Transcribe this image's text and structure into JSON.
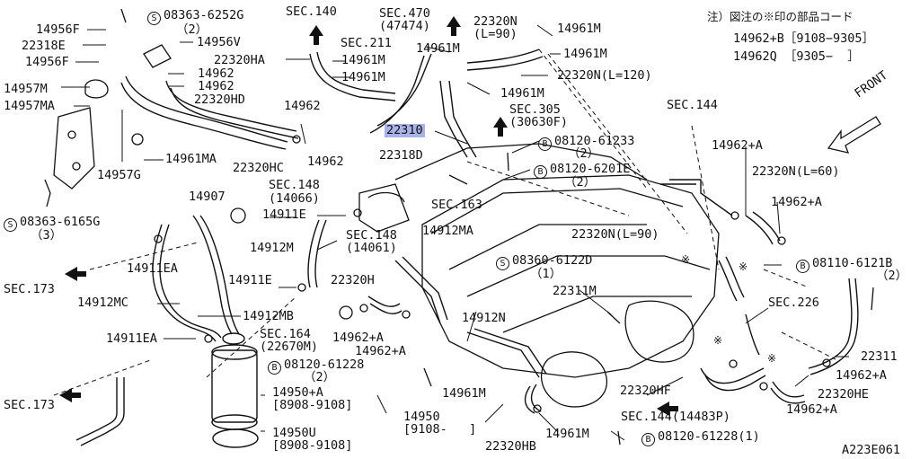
{
  "diagram": {
    "code": "A223E061",
    "note_title": "注）図注の※印の部品コード",
    "note_lines": [
      "14962+B［9108−9305］",
      "14962Q ［9305−  ］"
    ],
    "front_label": "FRONT",
    "highlighted_part": "22310",
    "labels": {
      "l14956F_a": "14956F",
      "l22318E": "22318E",
      "l14956F_b": "14956F",
      "l14957M": "14957M",
      "l14957MA": "14957MA",
      "l08363_6252G": "08363-6252G",
      "l08363_6252G_q": "（2）",
      "l14956V": "14956V",
      "l22320HA": "22320HA",
      "l14962_a": "14962",
      "l14962_b": "14962",
      "l22320HD": "22320HD",
      "l14961MA": "14961MA",
      "l14957G": "14957G",
      "l22320HC": "22320HC",
      "l14962_c": "14962",
      "l14962_d": "14962",
      "lSEC140": "SEC.140",
      "l14961M_a": "14961M",
      "l14961M_b": "14961M",
      "lSEC470": "SEC.470",
      "lSEC470_q": "(47474)",
      "lSEC211": "SEC.211",
      "l14961M_c": "14961M",
      "l22320N_90a": "22320N",
      "l22320N_90a_q": "(L=90)",
      "l14961M_d": "14961M",
      "l14961M_e": "14961M",
      "l22320N_120": "22320N(L=120)",
      "l14961M_f": "14961M",
      "lSEC305": "SEC.305",
      "lSEC305_q": "(30630F)",
      "l22310": "22310",
      "l08120_61233": "08120-61233",
      "l08120_61233_q": "（2）",
      "l22318D": "22318D",
      "l08120_6201E": "08120-6201E",
      "l08120_6201E_q": "（2）",
      "lSEC144_a": "SEC.144",
      "l14962A_a": "14962+A",
      "l22320N_60": "22320N(L=60)",
      "l14962A_b": "14962+A",
      "lSEC148_a": "SEC.148",
      "lSEC148_a_q": "(14066)",
      "l14907": "14907",
      "l14911E_a": "14911E",
      "lSEC163": "SEC.163",
      "l08363_6165G": "08363-6165G",
      "l08363_6165G_q": "（3）",
      "l14912M": "14912M",
      "lSEC148_b": "SEC.148",
      "lSEC148_b_q": "(14061)",
      "l14912MA": "14912MA",
      "l22320N_90b": "22320N(L=90)",
      "l14911EA_a": "14911EA",
      "lSEC173_a": "SEC.173",
      "l14911E_b": "14911E",
      "l22320H": "22320H",
      "l08360_6122D": "08360-6122D",
      "l08360_6122D_q": "（1）",
      "l08110_6121B": "08110-6121B",
      "l08110_6121B_q": "（2）",
      "l14912MC": "14912MC",
      "l14912MB": "14912MB",
      "l22311M": "22311M",
      "lSEC226": "SEC.226",
      "l14912N": "14912N",
      "lSEC164": "SEC.164",
      "lSEC164_q": "(22670M)",
      "l14962A_c": "14962+A",
      "l14962A_d": "14962+A",
      "l14911EA_b": "14911EA",
      "l22311": "22311",
      "l08120_61228_a": "08120-61228",
      "l08120_61228_a_q": "（2）",
      "l14962A_e": "14962+A",
      "l14961M_g": "14961M",
      "l22320HF": "22320HF",
      "l22320HE": "22320HE",
      "l14962A_f": "14962+A",
      "lSEC173_b": "SEC.173",
      "l14950A": "14950+A",
      "l14950A_q": "[8908-9108]",
      "l14950": "14950",
      "l14950_q": "[9108-   ]",
      "lSEC144_b": "SEC.144",
      "lSEC144_b_q": "(14483P)",
      "l14950U": "14950U",
      "l14950U_q": "[8908-9108]",
      "l22320HB": "22320HB",
      "l14961M_h": "14961M",
      "l08120_61228_b": "08120-61228",
      "l08120_61228_b_q": "(1)"
    }
  },
  "symbols": {
    "screw_mark": "S",
    "bolt_mark": "B",
    "asterisk": "※"
  }
}
